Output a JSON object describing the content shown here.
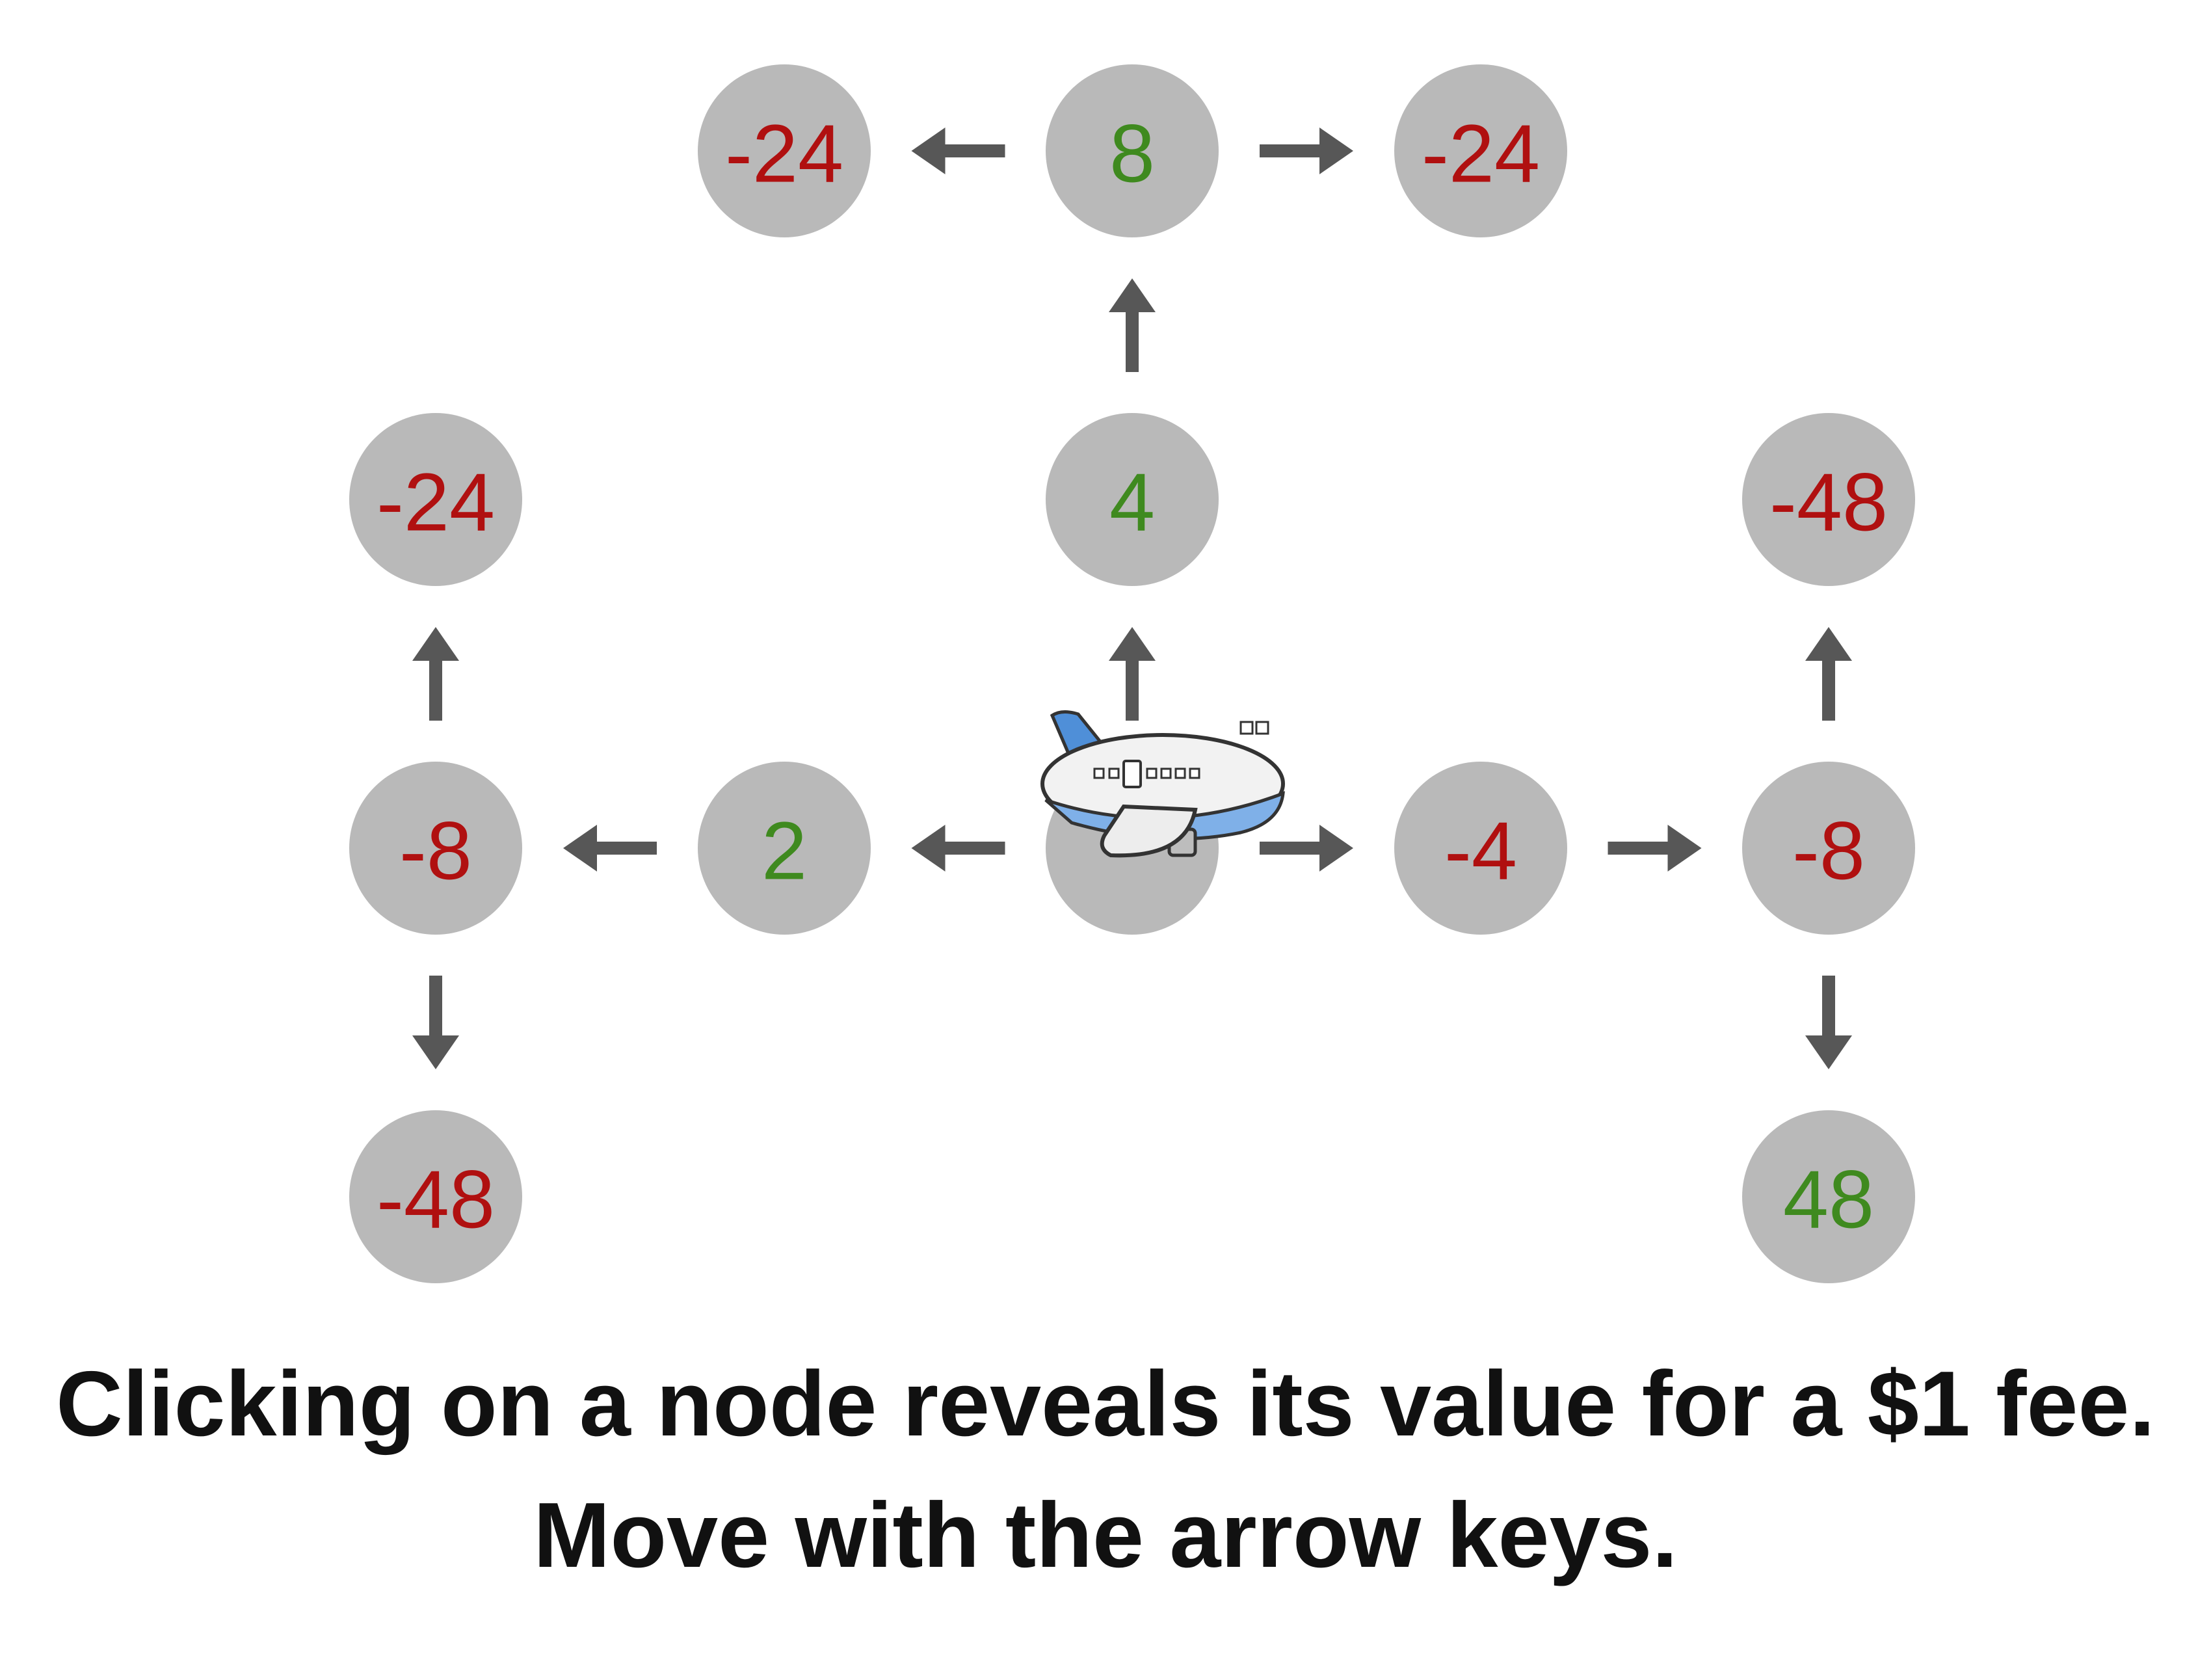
{
  "colors": {
    "positive": "#3f8a1f",
    "negative": "#b01010",
    "node_fill": "#b9b9b9",
    "arrow": "#575757"
  },
  "nodes": [
    {
      "id": "top-left",
      "value": "-24"
    },
    {
      "id": "top-center",
      "value": "8"
    },
    {
      "id": "top-right",
      "value": "-24"
    },
    {
      "id": "mid-left",
      "value": "-24"
    },
    {
      "id": "mid-center",
      "value": "4"
    },
    {
      "id": "mid-right",
      "value": "-48"
    },
    {
      "id": "row-far-left",
      "value": "-8"
    },
    {
      "id": "row-left",
      "value": "2"
    },
    {
      "id": "start",
      "value": "",
      "has_player": true
    },
    {
      "id": "row-right",
      "value": "-4"
    },
    {
      "id": "row-far-right",
      "value": "-8"
    },
    {
      "id": "bottom-left",
      "value": "-48"
    },
    {
      "id": "bottom-right",
      "value": "48"
    }
  ],
  "player": {
    "icon": "airplane-icon"
  },
  "instructions": {
    "line1": "Clicking on a node reveals its value for a $1 fee.",
    "line2": "Move with the arrow keys."
  }
}
